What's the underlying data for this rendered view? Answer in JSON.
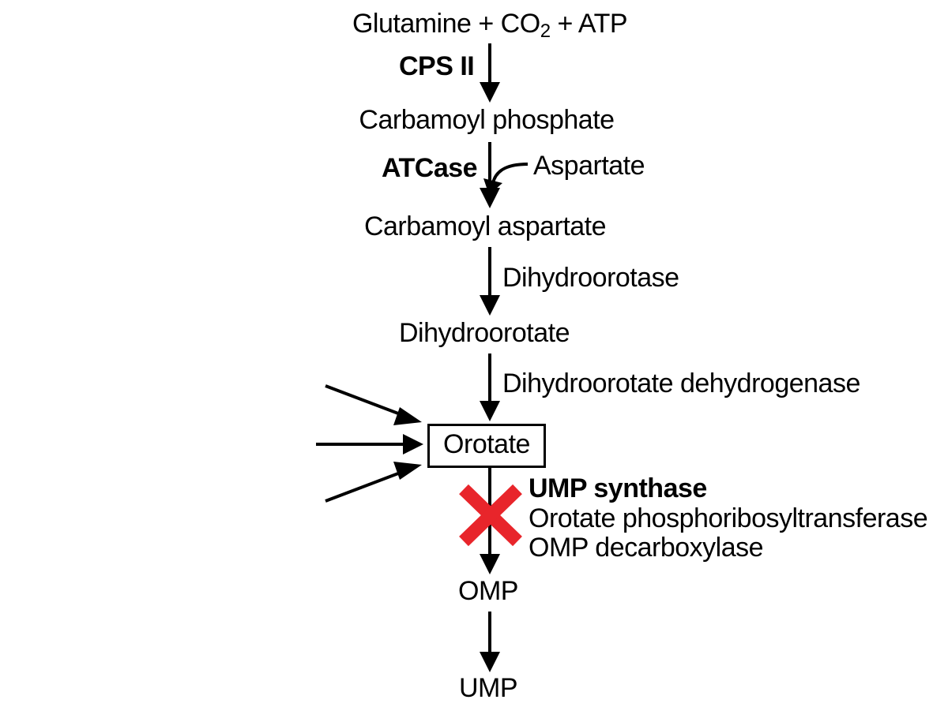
{
  "compounds": {
    "glutamine_prefix": "Glutamine + CO",
    "glutamine_sub": "2",
    "glutamine_suffix": " + ATP",
    "carbamoyl_phosphate": "Carbamoyl phosphate",
    "aspartate": "Aspartate",
    "carbamoyl_aspartate": "Carbamoyl aspartate",
    "dihydroorotate": "Dihydroorotate",
    "orotate": "Orotate",
    "omp": "OMP",
    "ump": "UMP"
  },
  "enzymes": {
    "cps2": "CPS II",
    "atcase": "ATCase",
    "dihydroorotase": "Dihydroorotase",
    "dhodh": "Dihydroorotate dehydrogenase",
    "ump_synthase": "UMP synthase",
    "oprt": "Orotate phosphoribosyltransferase",
    "odc": "OMP decarboxylase"
  },
  "colors": {
    "block_marker": "#e8252b",
    "ink": "#000000"
  }
}
